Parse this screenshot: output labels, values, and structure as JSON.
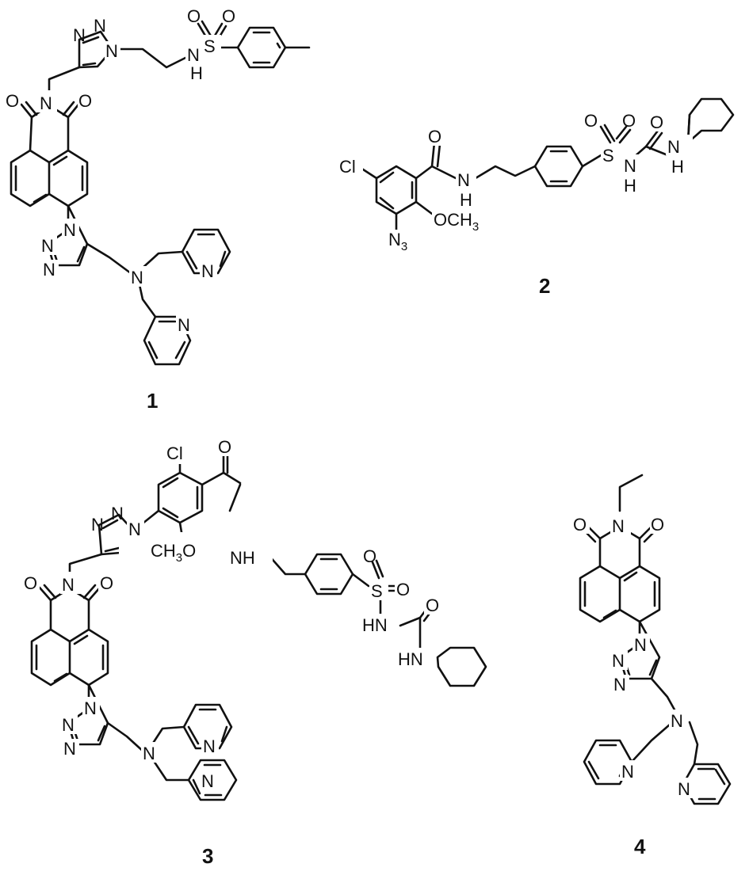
{
  "compounds": [
    {
      "label": "1"
    },
    {
      "label": "2"
    },
    {
      "label": "3"
    },
    {
      "label": "4"
    }
  ],
  "atoms": {
    "N": "N",
    "O": "O",
    "S": "S",
    "H": "H",
    "NH": "NH",
    "HN": "HN",
    "Cl": "Cl",
    "N3_base": "N",
    "N3_sub": "3",
    "OCH3": "OCH",
    "OCH3_sub": "3",
    "CH3O": "CH",
    "CH3O_sub": "3",
    "CH3O_tail": "O"
  }
}
